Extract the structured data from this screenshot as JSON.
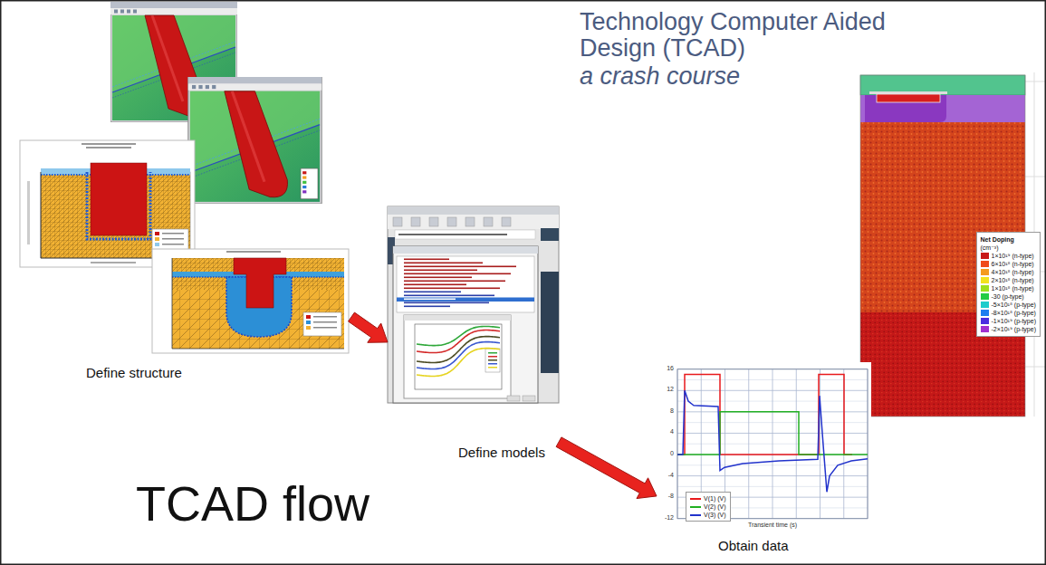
{
  "diagram": {
    "title": "Technology Computer Aided Design (TCAD)",
    "nodes": [
      {
        "text": [
          "Define structure"
        ]
      },
      {
        "text": [
          "Define models"
        ]
      },
      {
        "text": [
          "Obtain data"
        ]
      }
    ],
    "edges": [
      {
        "from": 0,
        "to": 1,
        "arrow": "to"
      },
      {
        "from": 1,
        "to": 2,
        "arrow": "to"
      }
    ],
    "labels": [
      "a crash course",
      "TCAD flow",
      "16",
      "12",
      "8",
      "4",
      "0",
      "-4",
      "-8",
      "-12",
      "Transient time (s)",
      "Net Doping",
      "(cm⁻³)"
    ],
    "legend": [
      {
        "text": "V(1) (V)"
      },
      {
        "text": "V(2) (V)"
      },
      {
        "text": "V(3) (V)"
      },
      {
        "text": "1×10¹⁹ (n-type)",
        "color": "#c81818"
      },
      {
        "text": "6×10¹⁸ (n-type)",
        "color": "#f04a1a"
      },
      {
        "text": "4×10¹⁸ (n-type)",
        "color": "#f59a1e"
      },
      {
        "text": "2×10¹⁸ (n-type)",
        "color": "#f2e21e"
      },
      {
        "text": "1×10¹⁸ (n-type)",
        "color": "#9ee01e"
      },
      {
        "text": "-30 (p-type)",
        "color": "#22cc44"
      },
      {
        "text": "-5×10¹⁸ (p-type)",
        "color": "#1ecccc"
      },
      {
        "text": "-8×10¹⁸ (p-type)",
        "color": "#1e7ef0"
      },
      {
        "text": "-1×10¹⁹ (p-type)",
        "color": "#4a2ee0"
      },
      {
        "text": "-2×10¹⁹ (p-type)",
        "color": "#a030d0"
      }
    ]
  }
}
